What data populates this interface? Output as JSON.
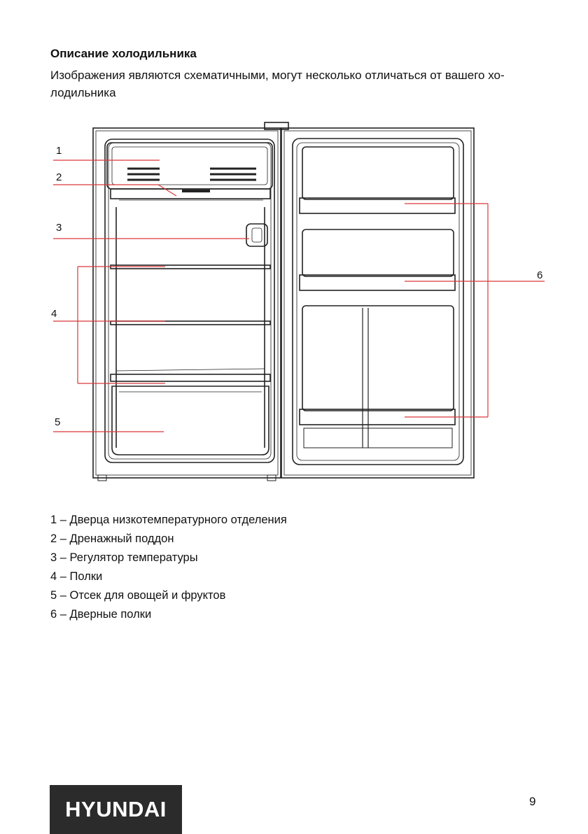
{
  "heading": "Описание холодильника",
  "intro": "Изображения являются схематичными, могут несколько отличаться от вашего хо-лодильника",
  "diagram": {
    "callouts": [
      "1",
      "2",
      "3",
      "4",
      "5",
      "6"
    ]
  },
  "legend": [
    "1 – Дверца низкотемпературного отделения",
    "2 – Дренажный поддон",
    "3 – Регулятор температуры",
    "4 – Полки",
    "5 – Отсек для овощей и фруктов",
    "6 – Дверные полки"
  ],
  "brand": "HYUNDAI",
  "page_number": "9",
  "colors": {
    "callout_line": "#d9383a",
    "logo_bg": "#2b2b2b",
    "drawing": "#222222"
  }
}
